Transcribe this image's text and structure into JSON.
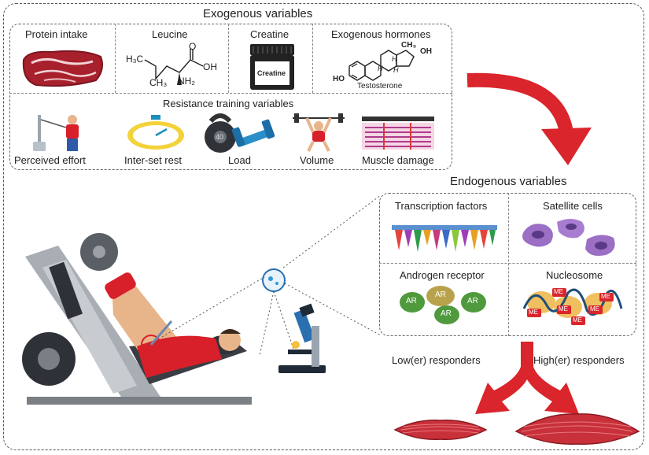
{
  "exogenous": {
    "title": "Exogenous variables",
    "items": [
      "Protein intake",
      "Leucine",
      "Creatine",
      "Exogenous hormones"
    ],
    "leucine_labels": {
      "h3c": "H₃C",
      "oh": "OH",
      "ch3": "CH₃",
      "o": "O",
      "nh2": "NH₂"
    },
    "creatine_jar_label": "Creatine",
    "testosterone": {
      "ch3": "CH₃",
      "oh_top": "OH",
      "h1": "H",
      "h2": "H",
      "h3": "H",
      "oh_left": "HO",
      "name": "Testosterone"
    }
  },
  "resistance": {
    "title": "Resistance training variables",
    "items": [
      "Perceived effort",
      "Inter-set rest",
      "Load",
      "Volume",
      "Muscle damage"
    ],
    "kettlebell_label": "40"
  },
  "endogenous": {
    "title": "Endogenous variables",
    "cells": [
      "Transcription factors",
      "Satellite cells",
      "Androgen receptor",
      "Nucleosome"
    ],
    "ar_label": "AR",
    "me_label": "ME"
  },
  "responders": {
    "low": "Low(er) responders",
    "high": "High(er) responders"
  },
  "colors": {
    "arrow_red": "#d9252b",
    "muscle_red": "#c8303a",
    "shirt_red": "#d8202a",
    "machine_gray": "#8a8f96"
  }
}
